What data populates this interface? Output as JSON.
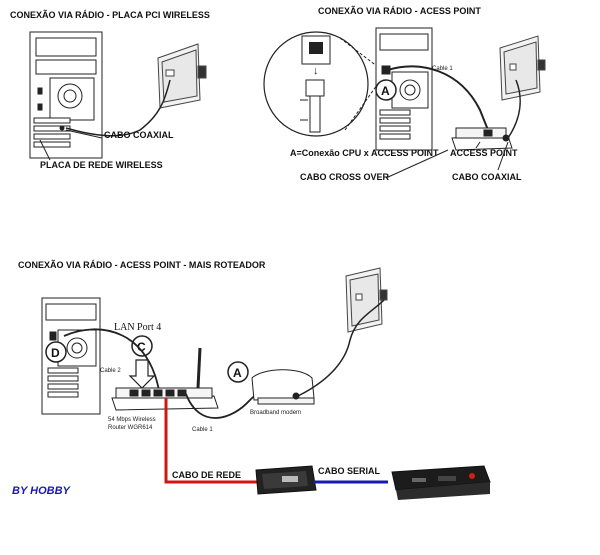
{
  "sections": {
    "pci": {
      "title": "CONEXÃO VIA RÁDIO - PLACA PCI WIRELESS",
      "label_cable": "CABO COAXIAL",
      "label_card": "PLACA DE REDE WIRELESS"
    },
    "ap": {
      "title": "CONEXÃO VIA RÁDIO - ACESS POINT",
      "cable_small": "Cable 1",
      "marker": "A",
      "label_conn": "A=Conexão CPU x ACCESS POINT",
      "label_ap": "ACCESS POINT",
      "label_cross": "CABO CROSS OVER",
      "label_coax": "CABO COAXIAL"
    },
    "router": {
      "title": "CONEXÃO VIA RÁDIO - ACESS POINT - MAIS ROTEADOR",
      "lan_port": "LAN Port 4",
      "marker_c": "C",
      "marker_d": "D",
      "marker_a": "A",
      "cable2": "Cable 2",
      "cable1": "Cable 1",
      "router_line1": "54 Mbps Wireless",
      "router_line2": "Router WGR614",
      "modem": "Broadband modem",
      "cabo_rede": "CABO DE REDE",
      "cabo_serial": "CABO SERIAL"
    }
  },
  "footer": {
    "byline": "BY HOBBY"
  },
  "colors": {
    "network_cable": "#d01515",
    "serial_cable": "#1a1aa8"
  }
}
